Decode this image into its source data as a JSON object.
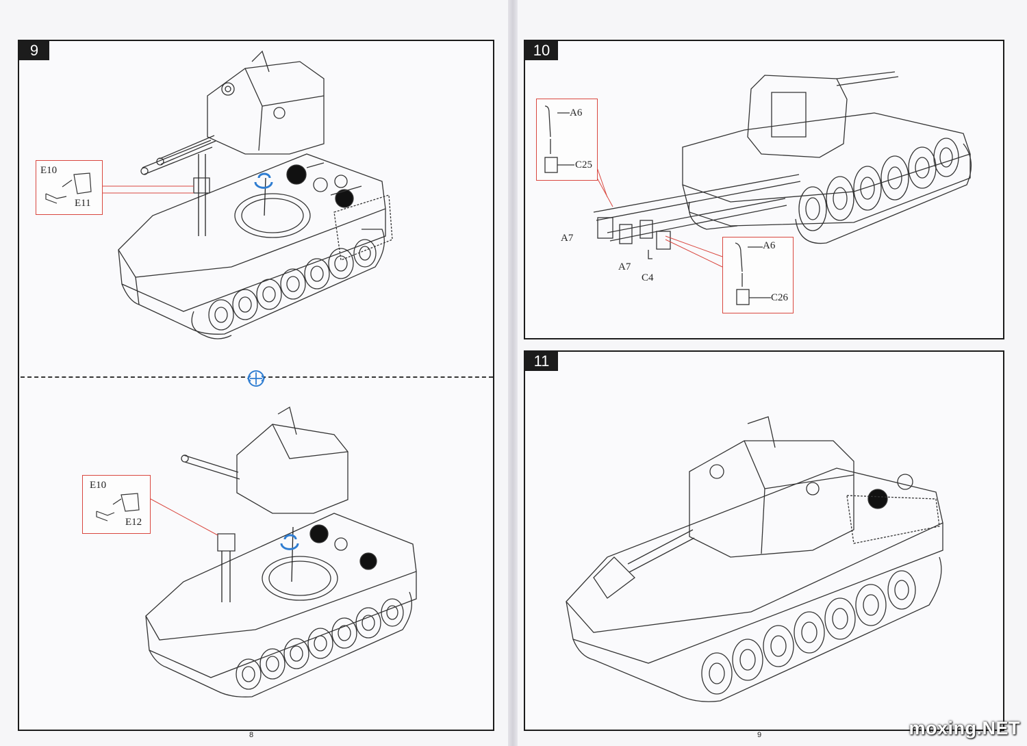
{
  "pages": {
    "left": {
      "page_number": "8",
      "step": {
        "number": "9",
        "variant_a_labels": [
          "E10",
          "E11"
        ],
        "variant_b_labels": [
          "E10",
          "E12"
        ]
      }
    },
    "right": {
      "page_number": "9",
      "step_10": {
        "number": "10",
        "callout_top_labels": [
          "A6",
          "C25"
        ],
        "callout_bottom_labels": [
          "A6",
          "C26"
        ],
        "free_labels": [
          "A7",
          "A7",
          "C4"
        ]
      },
      "step_11": {
        "number": "11"
      }
    }
  },
  "watermark": "moxing.NET",
  "colors": {
    "callout_border": "#d9463e",
    "arrow_blue": "#2f7dd1",
    "line_art": "#333333"
  }
}
